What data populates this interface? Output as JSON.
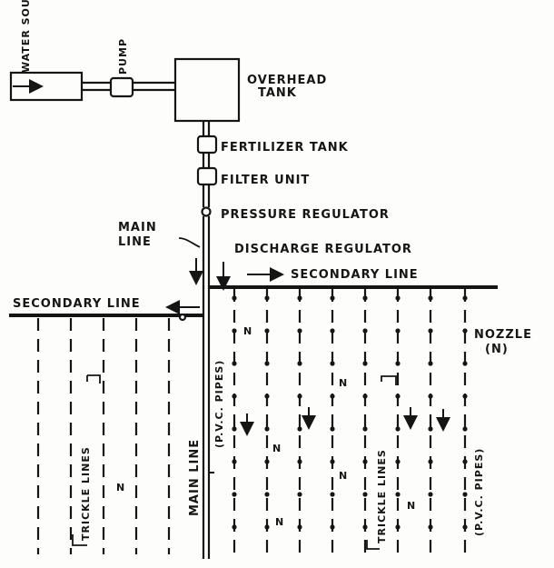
{
  "labels": {
    "water_source": "WATER SOURCE",
    "pump": "PUMP",
    "overhead_tank_1": "OVERHEAD",
    "overhead_tank_2": "TANK",
    "fertilizer_tank": "FERTILIZER TANK",
    "filter_unit": "FILTER UNIT",
    "pressure_regulator": "PRESSURE REGULATOR",
    "main_line_top_1": "MAIN",
    "main_line_top_2": "LINE",
    "discharge_regulator": "DISCHARGE REGULATOR",
    "secondary_line_right": "SECONDARY LINE",
    "secondary_line_left": "SECONDARY LINE",
    "nozzle_1": "NOZZLE",
    "nozzle_2": "(N)",
    "pvc_pipes_center": "(P.V.C. PIPES)",
    "pvc_pipes_right": "(P.V.C. PIPES)",
    "trickle_lines_left": "TRICKLE LINES",
    "trickle_lines_right": "TRICKLE LINES",
    "main_line_vertical": "MAIN LINE",
    "n_marker": "N"
  }
}
